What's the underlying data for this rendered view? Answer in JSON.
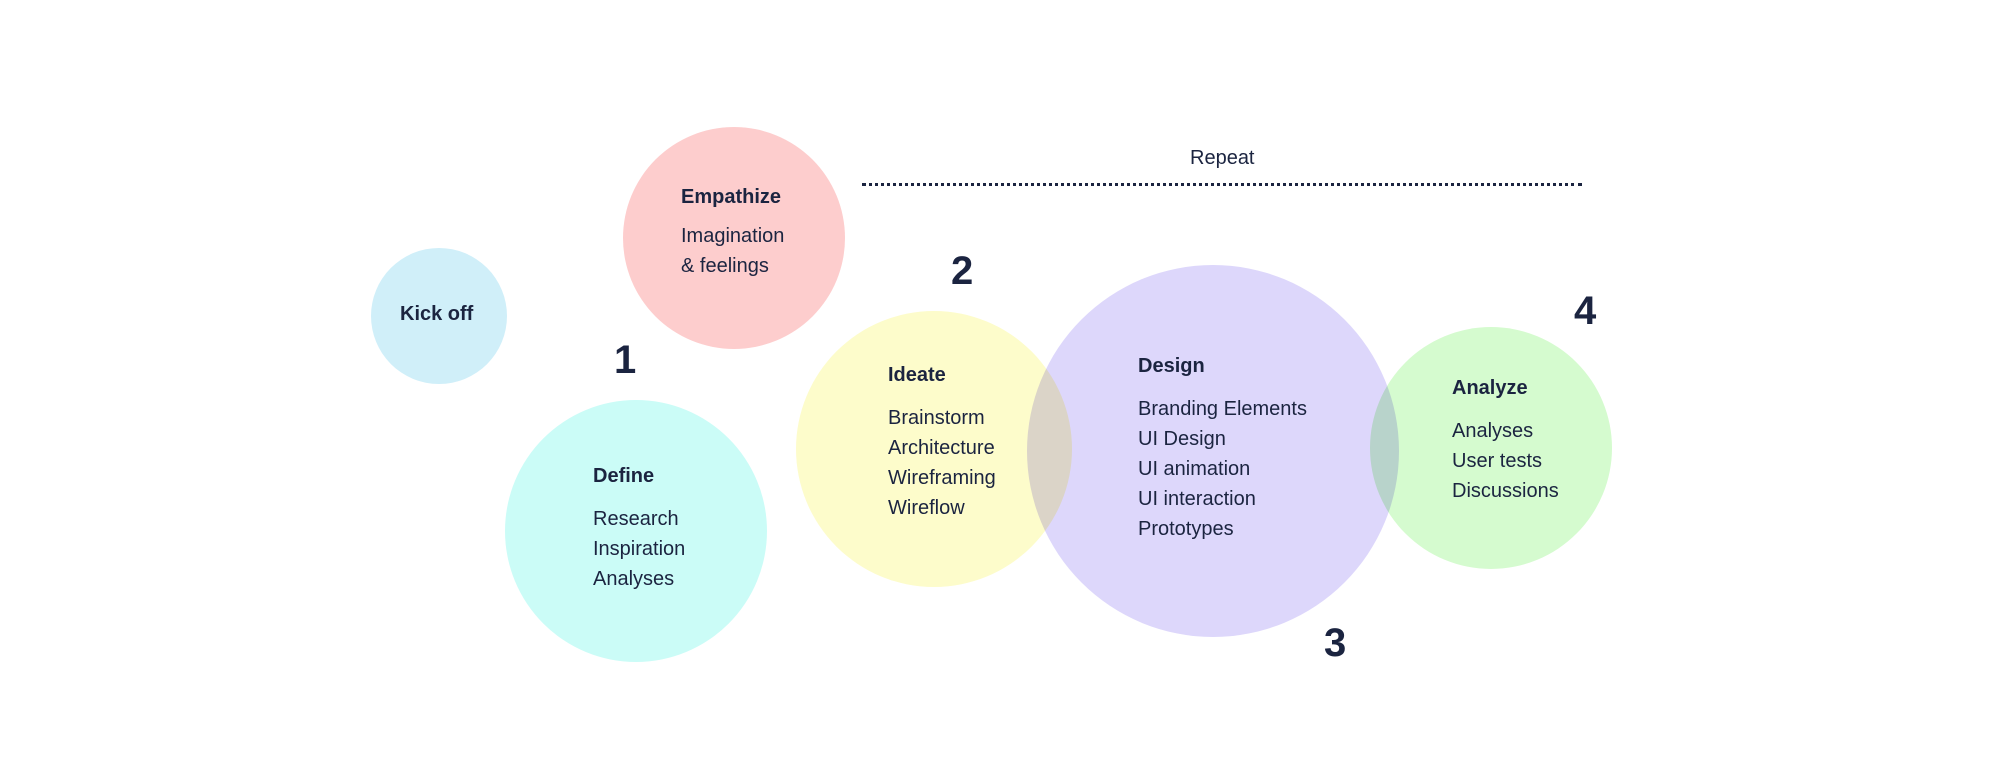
{
  "diagram": {
    "repeat": {
      "label": "Repeat"
    },
    "stages": {
      "kickoff": {
        "title": "Kick off",
        "items": [],
        "color": "#d0eff9"
      },
      "empathize": {
        "title": "Empathize",
        "items": [
          "Imagination",
          "& feelings"
        ],
        "color": "#fdcdcd"
      },
      "define": {
        "title": "Define",
        "items": [
          "Research",
          "Inspiration",
          "Analyses"
        ],
        "color": "#cbfcf7"
      },
      "ideate": {
        "title": "Ideate",
        "items": [
          "Brainstorm",
          "Architecture",
          "Wireframing",
          "Wireflow"
        ],
        "color": "#fdfccb"
      },
      "design": {
        "title": "Design",
        "items": [
          "Branding Elements",
          "UI Design",
          "UI animation",
          "UI interaction",
          "Prototypes"
        ],
        "color": "#ddd7fb"
      },
      "analyze": {
        "title": "Analyze",
        "items": [
          "Analyses",
          "User tests",
          "Discussions"
        ],
        "color": "#d5fbcf"
      }
    },
    "numbers": {
      "one": "1",
      "two": "2",
      "three": "3",
      "four": "4"
    }
  }
}
